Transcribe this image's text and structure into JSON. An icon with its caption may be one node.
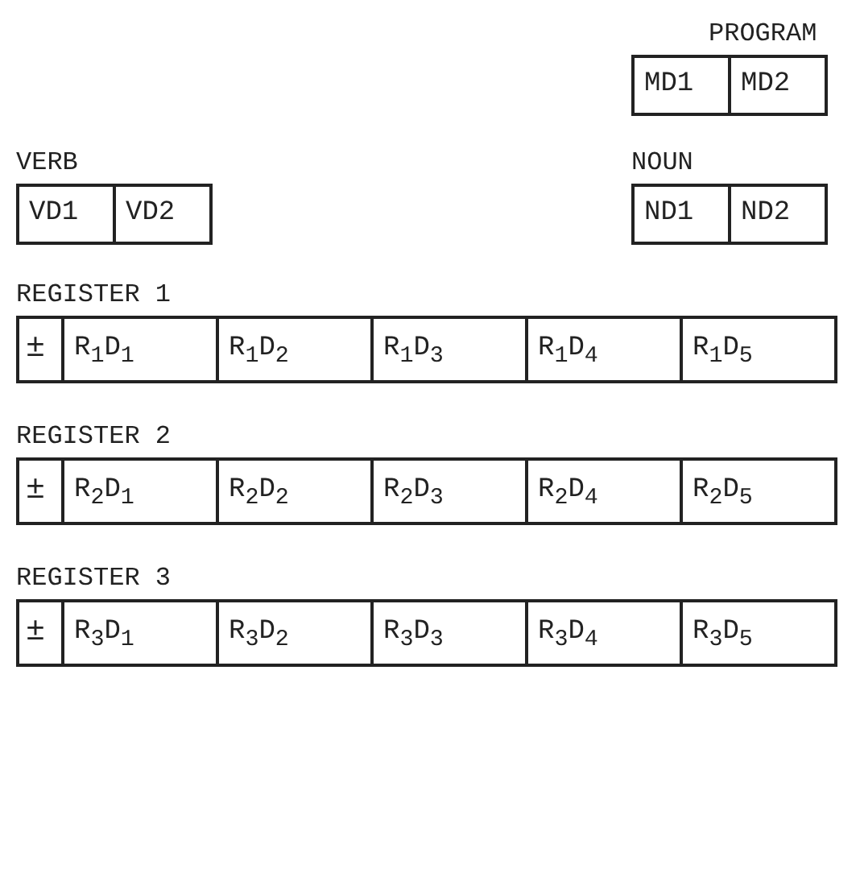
{
  "diagram": {
    "nodes": [
      {
        "text": [
          "PROGRAM"
        ]
      },
      {
        "text": [
          "MD1"
        ],
        "in": 0
      },
      {
        "text": [
          "MD2"
        ],
        "in": 0
      },
      {
        "text": [
          "VERB"
        ]
      },
      {
        "text": [
          "VD1"
        ],
        "in": 3
      },
      {
        "text": [
          "VD2"
        ],
        "in": 3
      },
      {
        "text": [
          "NOUN"
        ]
      },
      {
        "text": [
          "ND1"
        ],
        "in": 6
      },
      {
        "text": [
          "ND2"
        ],
        "in": 6
      },
      {
        "text": [
          "REGISTER 1"
        ]
      },
      {
        "text": [
          "±"
        ],
        "in": 9
      },
      {
        "text": [
          "R$_{1}$D$_{1}$"
        ],
        "in": 9
      },
      {
        "text": [
          "R$_{1}$D$_{2}$"
        ],
        "in": 9
      },
      {
        "text": [
          "R$_{1}$D$_{3}$"
        ],
        "in": 9
      },
      {
        "text": [
          "R$_{1}$D$_{4}$"
        ],
        "in": 9
      },
      {
        "text": [
          "R$_{1}$D$_{5}$"
        ],
        "in": 9
      },
      {
        "text": [
          "REGISTER 2"
        ]
      },
      {
        "text": [
          "±"
        ],
        "in": 16
      },
      {
        "text": [
          "R$_{2}$D$_{1}$"
        ],
        "in": 16
      },
      {
        "text": [
          "R$_{2}$D$_{2}$"
        ],
        "in": 16
      },
      {
        "text": [
          "R$_{2}$D$_{3}$"
        ],
        "in": 16
      },
      {
        "text": [
          "R$_{2}$D$_{4}$"
        ],
        "in": 16
      },
      {
        "text": [
          "R$_{2}$D$_{5}$"
        ],
        "in": 16
      },
      {
        "text": [
          "REGISTER 3"
        ]
      },
      {
        "text": [
          "±"
        ],
        "in": 23
      },
      {
        "text": [
          "R$_{3}$D$_{1}$"
        ],
        "in": 23
      },
      {
        "text": [
          "R$_{3}$D$_{2}$"
        ],
        "in": 23
      },
      {
        "text": [
          "R$_{3}$D$_{3}$"
        ],
        "in": 23
      },
      {
        "text": [
          "R$_{3}$D$_{4}$"
        ],
        "in": 23
      },
      {
        "text": [
          "R$_{3}$D$_{5}$"
        ],
        "in": 23
      }
    ]
  }
}
